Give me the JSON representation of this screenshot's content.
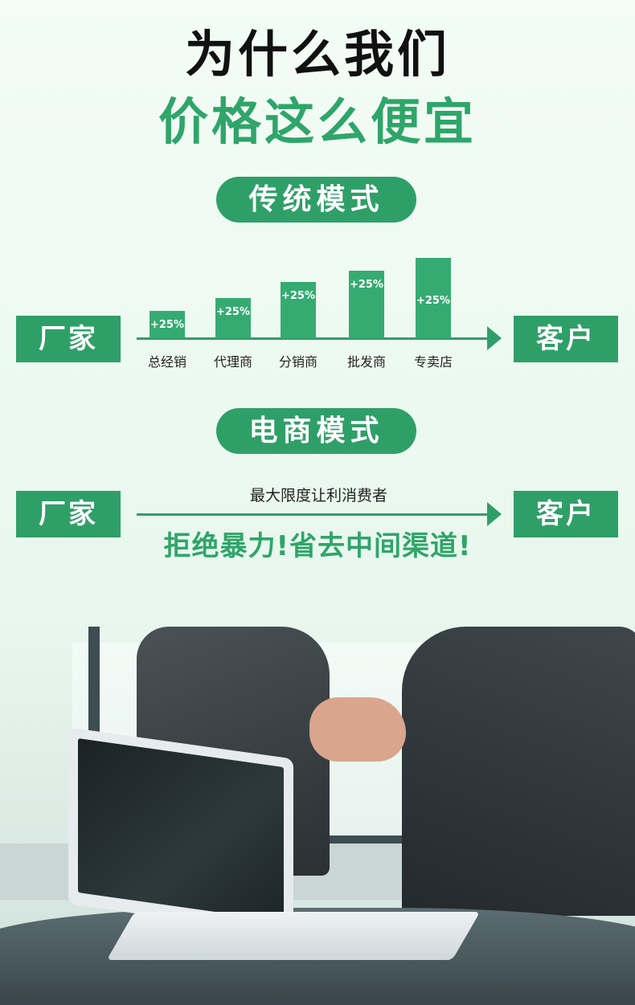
{
  "header": {
    "line1": "为什么我们",
    "line2": "价格这么便宜"
  },
  "traditional": {
    "pill": "传统模式",
    "left_box": "厂家",
    "right_box": "客户",
    "stages": [
      {
        "label": "总经销",
        "markup": "+25%"
      },
      {
        "label": "代理商",
        "markup": "+25%"
      },
      {
        "label": "分销商",
        "markup": "+25%"
      },
      {
        "label": "批发商",
        "markup": "+25%"
      },
      {
        "label": "专卖店",
        "markup": "+25%"
      }
    ]
  },
  "ecommerce": {
    "pill": "电商模式",
    "left_box": "厂家",
    "right_box": "客户",
    "caption": "最大限度让利消费者",
    "slogan": "拒绝暴力!省去中间渠道!"
  },
  "colors": {
    "accent": "#2f9f68",
    "bar": "#35ab72",
    "title_dark": "#111111",
    "title_green": "#2fa56a"
  }
}
